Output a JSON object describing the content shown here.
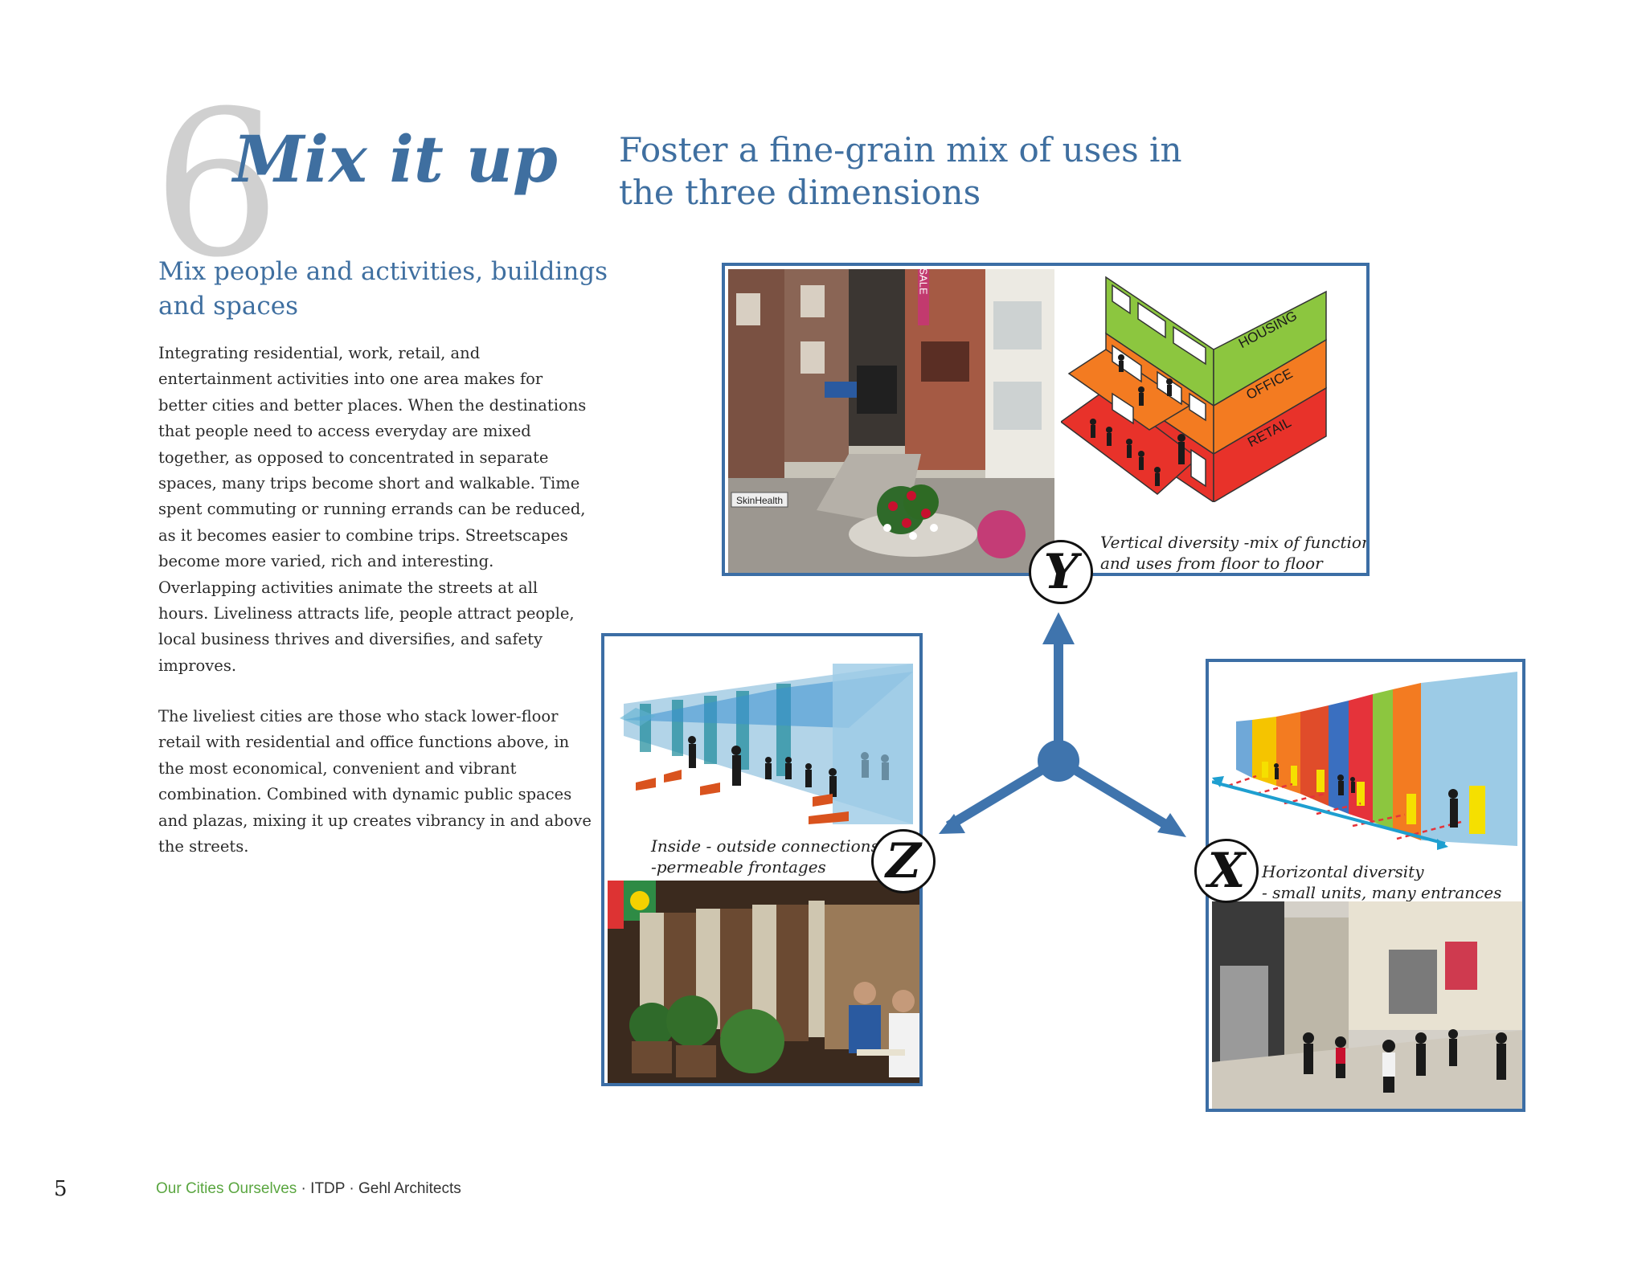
{
  "section": {
    "number": "6",
    "title": "Mix it up",
    "headline": "Foster a fine-grain mix of uses in the three dimensions",
    "subheading": "Mix people and activities, buildings and spaces"
  },
  "body": {
    "paragraph_1": "Integrating residential, work, retail, and entertainment activities into one area makes for better cities and better places. When the destinations that people need to access everyday are mixed together, as opposed to concentrated in separate spaces, many trips become short and walkable. Time spent commuting or running errands can be reduced, as it becomes easier to combine trips. Streetscapes become more varied, rich and interesting. Overlapping activities animate the streets at all hours. Liveliness attracts life, people attract people, local business thrives and diversifies, and safety improves.",
    "paragraph_2": "The liveliest cities are those who stack lower-floor retail with residential and office functions above, in the most economical, convenient and vibrant combination. Combined with dynamic public spaces and plazas, mixing it up creates vibrancy in and above the streets."
  },
  "diagram": {
    "y_panel": {
      "badge": "Y",
      "caption_line1": "Vertical diversity -mix of functions",
      "caption_line2": "and uses from floor to floor",
      "floor_labels": [
        "HOUSING",
        "OFFICE",
        "RETAIL"
      ],
      "sign_text": "SkinHealth",
      "banner_text": "SALE"
    },
    "z_panel": {
      "badge": "Z",
      "caption_line1": "Inside - outside connections",
      "caption_line2": "-permeable frontages"
    },
    "x_panel": {
      "badge": "X",
      "caption_line1": "Horizontal diversity",
      "caption_line2": "- small units, many entrances"
    },
    "colors": {
      "frame": "#3c6ea5",
      "axis": "#3f74ad",
      "housing": "#8cc63f",
      "office": "#f37b21",
      "retail": "#e8322a",
      "glass": "#7fb8d8",
      "cyan_arrow": "#1e9fd0"
    }
  },
  "footer": {
    "page_number": "5",
    "publication": "Our Cities Ourselves",
    "credits": " · ITDP · Gehl Architects"
  }
}
